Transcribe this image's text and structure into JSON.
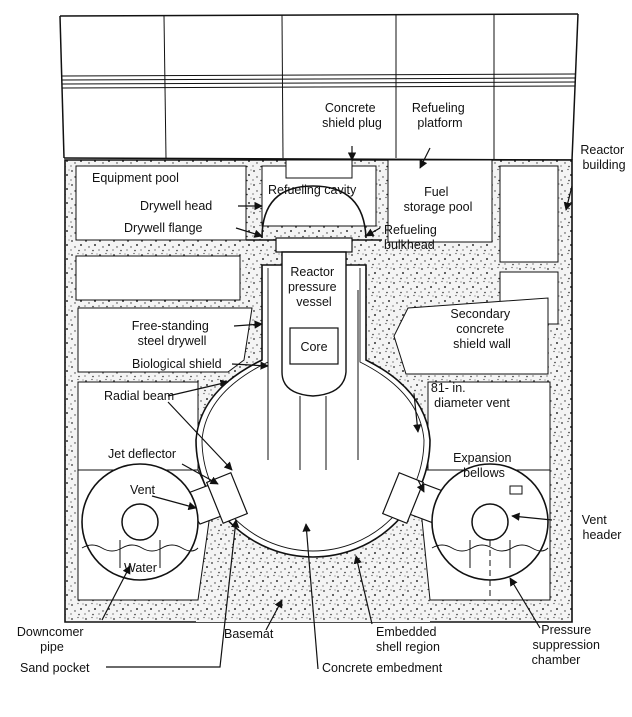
{
  "labels": {
    "concrete_shield_plug": [
      "Concrete",
      "shield plug"
    ],
    "refueling_platform": [
      "Refueling",
      "platform"
    ],
    "reactor_building": [
      "Reactor",
      "building"
    ],
    "equipment_pool": "Equipment pool",
    "refueling_cavity": "Refueling cavity",
    "drywell_head": "Drywell head",
    "drywell_flange": "Drywell flange",
    "fuel_storage_pool": [
      "Fuel",
      "storage pool"
    ],
    "refueling_bulkhead": [
      "Refueling",
      "bulkhead"
    ],
    "reactor_pressure_vessel": [
      "Reactor",
      "pressure",
      "vessel"
    ],
    "free_standing_steel_drywell": [
      "Free-standing",
      "steel drywell"
    ],
    "secondary_concrete_shield_wall": [
      "Secondary",
      "concrete",
      "shield wall"
    ],
    "core": "Core",
    "biological_shield": "Biological shield",
    "radial_beam": "Radial beam",
    "diameter_vent": [
      "81- in.",
      "diameter vent"
    ],
    "expansion_bellows": [
      "Expansion",
      "bellows"
    ],
    "jet_deflector": "Jet deflector",
    "vent": "Vent",
    "vent_header": [
      "Vent",
      "header"
    ],
    "water": "Water",
    "downcomer_pipe": [
      "Downcomer",
      "pipe"
    ],
    "basemat": "Basemat",
    "embedded_shell_region": [
      "Embedded",
      "shell region"
    ],
    "pressure_suppression_chamber": [
      "Pressure",
      "suppression",
      "chamber"
    ],
    "sand_pocket": "Sand pocket",
    "concrete_embedment": "Concrete embedment"
  }
}
